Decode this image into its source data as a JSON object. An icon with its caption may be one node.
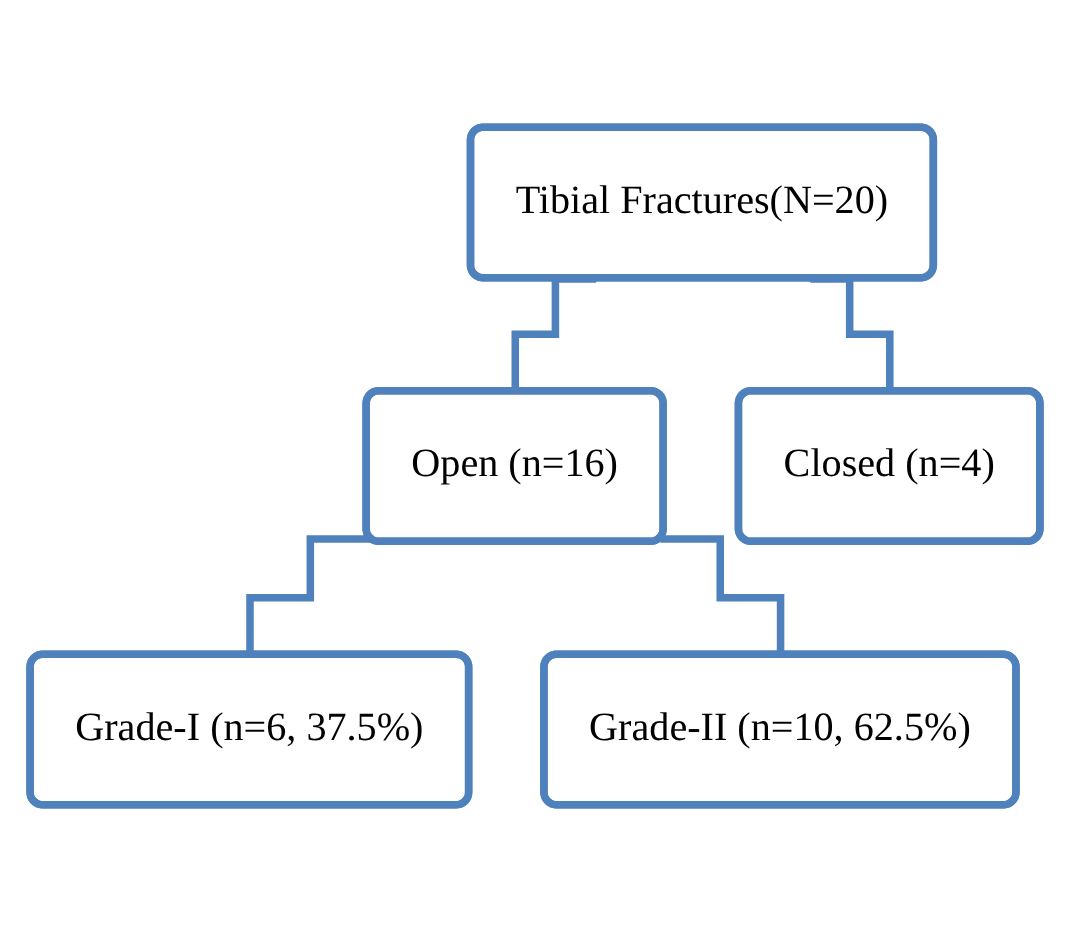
{
  "diagram": {
    "nodes": [
      {
        "text": [
          "Tibial Fractures(N=20)"
        ]
      },
      {
        "text": [
          "Open (n=16)"
        ]
      },
      {
        "text": [
          "Closed (n=4)"
        ]
      },
      {
        "text": [
          "Grade-I (n=6, 37.5%)"
        ]
      },
      {
        "text": [
          "Grade-II (n=10, 62.5%)"
        ]
      }
    ],
    "edges": [
      {
        "from": 0,
        "to": 1,
        "arrow": "none"
      },
      {
        "from": 0,
        "to": 2,
        "arrow": "none"
      },
      {
        "from": 1,
        "to": 3,
        "arrow": "none"
      },
      {
        "from": 1,
        "to": 4,
        "arrow": "none"
      }
    ]
  }
}
